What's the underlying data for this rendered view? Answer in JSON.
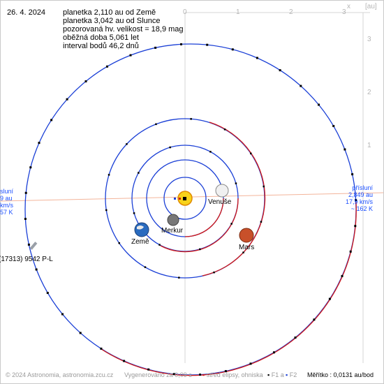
{
  "header": {
    "date": "26. 4. 2024",
    "lines": [
      "planetka 2,110 au od Země",
      "planetka 3,042 au od Slunce",
      "pozorovaná hv. velikost = 18,9 mag",
      "oběžná doba 5,061 let",
      "interval bodů 46,2 dnů"
    ]
  },
  "axes": {
    "x_label": "x",
    "unit_label": "[au]",
    "x_ticks": [
      "0",
      "1",
      "2",
      "3"
    ],
    "y_ticks": [
      "3",
      "2",
      "1"
    ]
  },
  "bodies": {
    "venus": "Venuše",
    "mercury": "Merkur",
    "earth": "Země",
    "mars": "Mars",
    "asteroid": "(17313) 9542 P-L"
  },
  "perihelion_right": [
    "přísluní",
    "2,849 au",
    "17,9 km/s",
    "~ 162 K"
  ],
  "perihelion_left": [
    "sluní",
    "9 au",
    "km/s",
    "57 K"
  ],
  "footer": {
    "copyright": "© 2024 Astronomia, astronomia.zcu.cz",
    "generated": "Vygenerováno za 0,09 s",
    "ellipse_center": "střed elipsy, ohniska",
    "f1": "F1 a",
    "f2": "F2",
    "scale": "Měřítko : 0,0131 au/bod"
  },
  "colors": {
    "orbit_blue": "#1a3fd6",
    "orbit_red": "#d01818",
    "sun": "#f7d21a",
    "mars": "#c8502a",
    "axis": "#c9c9c9",
    "perihelion_line": "#f3b49a"
  }
}
